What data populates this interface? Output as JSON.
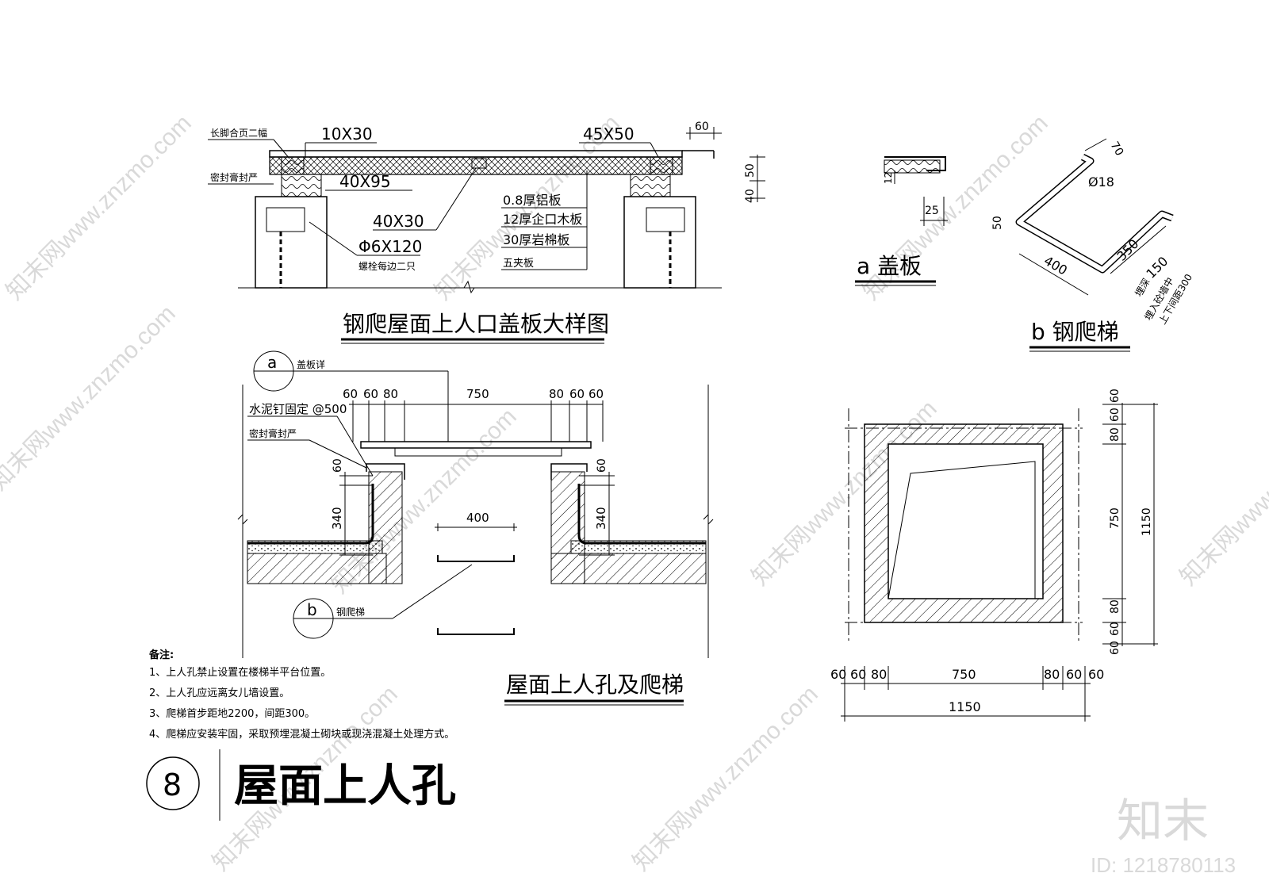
{
  "sheet": {
    "number": "8",
    "title": "屋面上人孔",
    "watermark_brand": "知末",
    "watermark_id": "ID: 1218780113",
    "watermark_url": "知末网www.znzmo.com"
  },
  "cover_detail": {
    "title": "钢爬屋面上人口盖板大样图",
    "labels": {
      "hinge": "长脚合页二幅",
      "sealant": "密封膏封严",
      "top_batten": "10X30",
      "edge_batten": "45X50",
      "joist": "40X95",
      "mid_batten": "40X30",
      "bolt": "Φ6X120",
      "bolt_note": "螺栓每边二只",
      "dim_60": "60",
      "dim_50": "50",
      "dim_40": "40"
    },
    "layers": [
      "0.8厚铝板",
      "12厚企口木板",
      "30厚岩棉板",
      "五夹板"
    ]
  },
  "detail_a": {
    "title": "a 盖板",
    "dim_12": "12",
    "dim_25": "25"
  },
  "detail_b": {
    "title": "b 钢爬梯",
    "dim_70": "70",
    "dim_diameter": "Ø18",
    "dim_50": "50",
    "dim_400": "400",
    "dim_350": "350",
    "dim_150": "150",
    "note_1": "埋深",
    "note_2": "埋入砼墙中",
    "note_3": "上下间距300"
  },
  "section": {
    "title": "屋面上人孔及爬梯",
    "callout_a_letter": "a",
    "callout_a_text": "盖板详",
    "callout_b_letter": "b",
    "callout_b_text": "钢爬梯",
    "nail_note": "水泥钉固定 @500",
    "seal_note": "密封膏封严",
    "top_dims": [
      "60",
      "60",
      "80",
      "750",
      "80",
      "60",
      "60"
    ],
    "dim_60_left": "60",
    "dim_340_left": "340",
    "dim_60_right": "60",
    "dim_340_right": "340",
    "dim_400": "400"
  },
  "plan": {
    "right_dims": [
      "60",
      "60",
      "80",
      "750",
      "80",
      "60",
      "60"
    ],
    "right_total": "1150",
    "bottom_dims": [
      "60",
      "60",
      "80",
      "750",
      "80",
      "60",
      "60"
    ],
    "bottom_total": "1150"
  },
  "notes": {
    "heading": "备注:",
    "items": [
      "1、上人孔禁止设置在楼梯半平台位置。",
      "2、上人孔应远离女儿墙设置。",
      "3、爬梯首步距地2200，间距300。",
      "4、爬梯应安装牢固，采取预埋混凝土砌块或现浇混凝土处理方式。"
    ]
  }
}
